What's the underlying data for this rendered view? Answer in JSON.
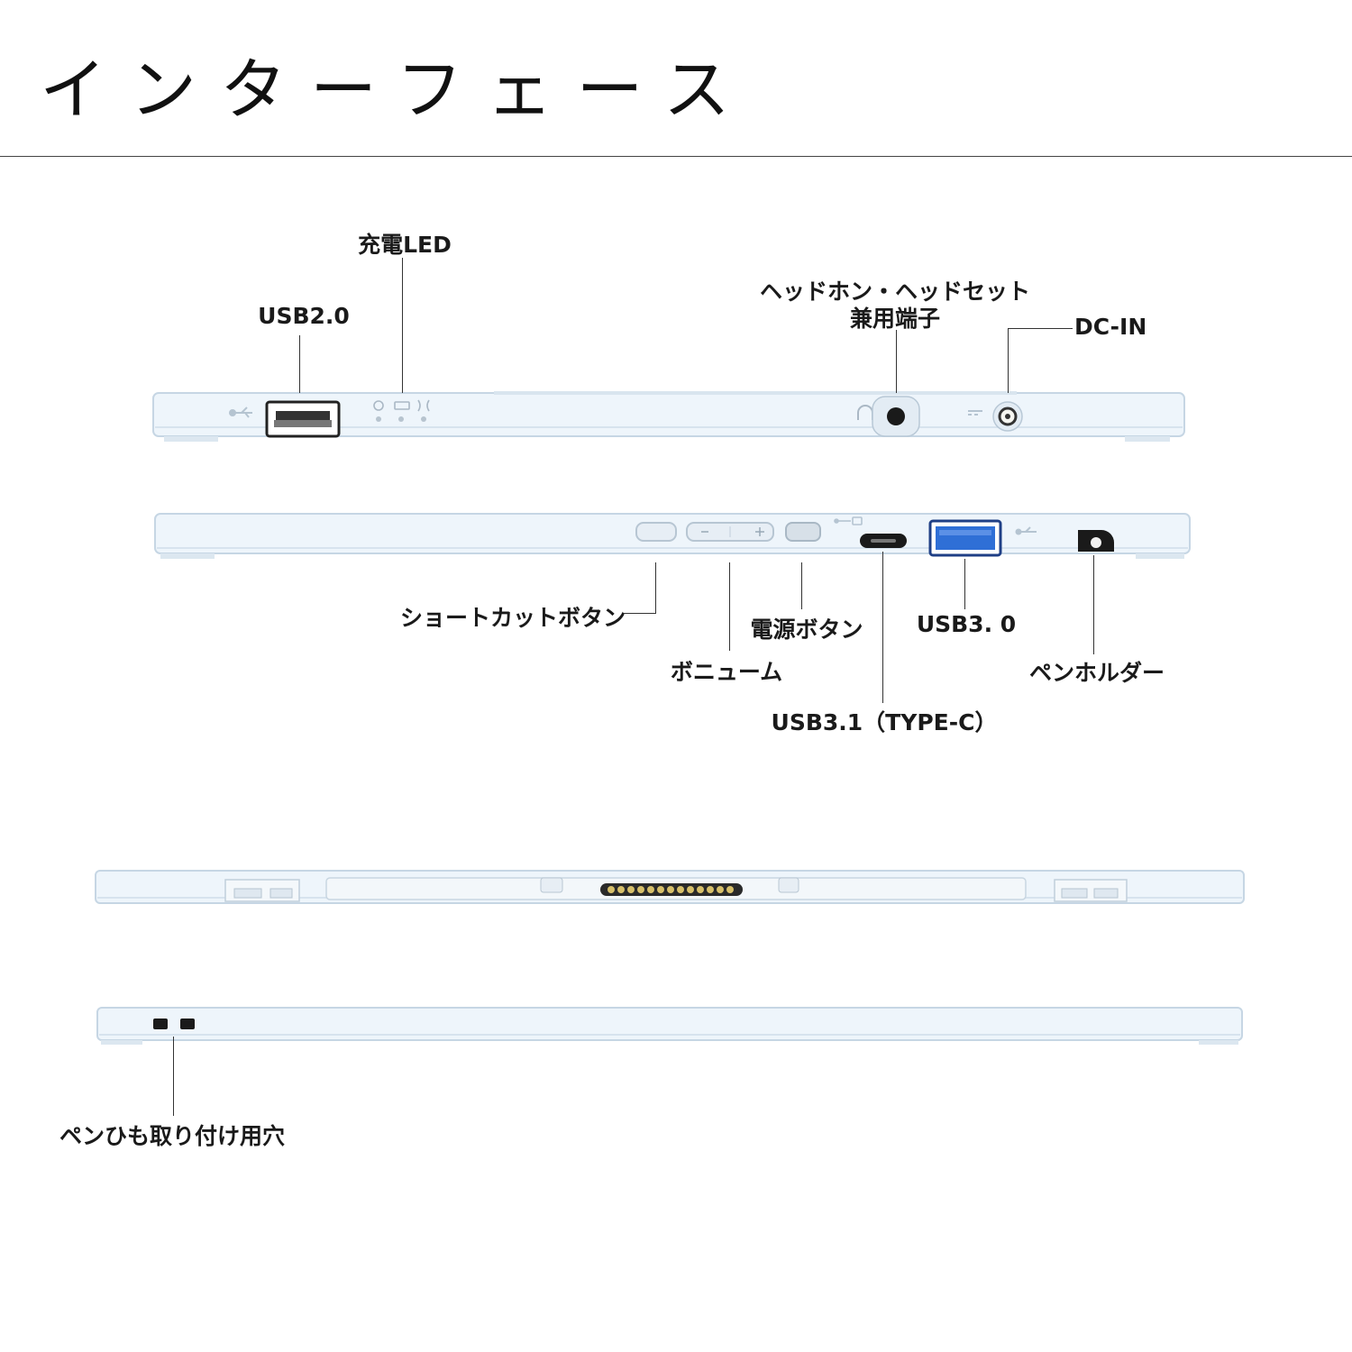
{
  "title": "インターフェース",
  "labels": {
    "usb20": "USB2.0",
    "charge_led": "充電LED",
    "headphone_line1": "ヘッドホン・ヘッドセット",
    "headphone_line2": "兼用端子",
    "dc_in": "DC-IN",
    "shortcut_button": "ショートカットボタン",
    "power_button": "電源ボタン",
    "usb30": "USB3. 0",
    "volume": "ボニューム",
    "pen_holder": "ペンホルダー",
    "usb31": "USB3.1（TYPE-C）",
    "pen_strap_hole": "ペンひも取り付け用穴"
  },
  "colors": {
    "device_body": "#eef5fb",
    "device_edge": "#c9d9e6",
    "usb3_blue": "#2f6fd6",
    "port_dark": "#1a1a1a",
    "pin_gold": "#c9b060"
  }
}
